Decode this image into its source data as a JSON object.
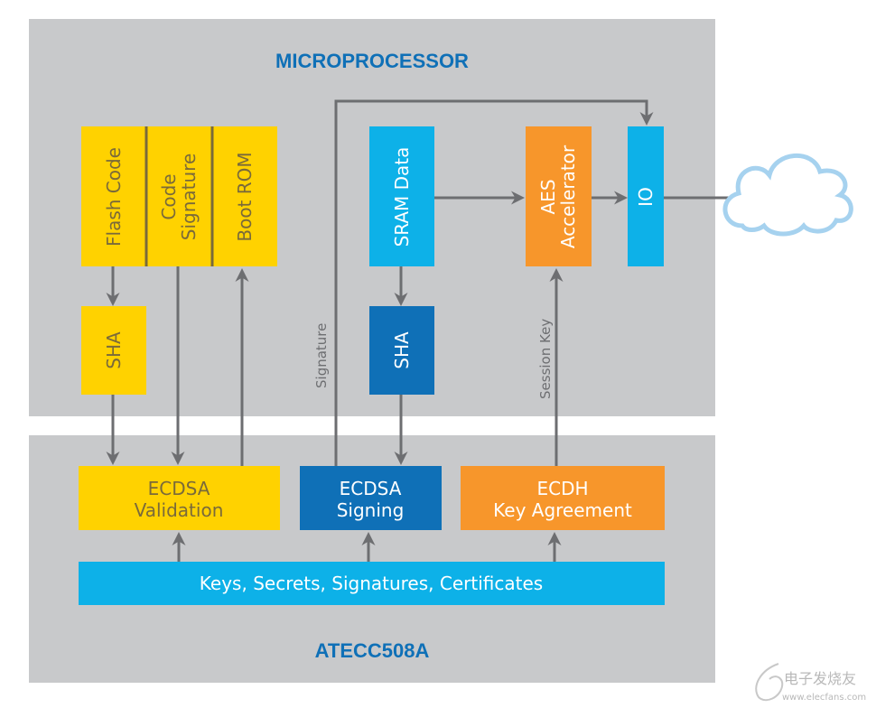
{
  "diagram": {
    "regions": {
      "microprocessor": {
        "title": "MICROPROCESSOR",
        "color": "#c8c9cb"
      },
      "atecc": {
        "title": "ATECC508A",
        "color": "#c8c9cb"
      }
    },
    "colors": {
      "yellow": "#ffd200",
      "orange": "#f7962b",
      "light_blue": "#0db1e8",
      "dark_blue": "#0f70b7",
      "arrow": "#6d6e71",
      "title_blue": "#0f70b7",
      "cloud": "#a6d2ef"
    },
    "nodes": {
      "flash_code": {
        "label": "Flash Code"
      },
      "code_signature": {
        "label_line1": "Code",
        "label_line2": "Signature"
      },
      "boot_rom": {
        "label": "Boot ROM"
      },
      "sha_yellow": {
        "label": "SHA"
      },
      "sram_data": {
        "label": "SRAM Data"
      },
      "sha_blue": {
        "label": "SHA"
      },
      "aes_accelerator": {
        "label_line1": "AES",
        "label_line2": "Accelerator"
      },
      "io": {
        "label": "IO"
      },
      "ecdsa_validation": {
        "label_line1": "ECDSA",
        "label_line2": "Validation"
      },
      "ecdsa_signing": {
        "label_line1": "ECDSA",
        "label_line2": "Signing"
      },
      "ecdh": {
        "label_line1": "ECDH",
        "label_line2": "Key Agreement"
      },
      "keys_store": {
        "label": "Keys, Secrets, Signatures, Certificates"
      },
      "cloud": {
        "label": ""
      }
    },
    "edges": [
      {
        "from": "flash_code",
        "to": "sha_yellow",
        "label": ""
      },
      {
        "from": "sha_yellow",
        "to": "ecdsa_validation",
        "label": ""
      },
      {
        "from": "code_signature",
        "to": "ecdsa_validation",
        "label": ""
      },
      {
        "from": "ecdsa_validation",
        "to": "boot_rom",
        "label": ""
      },
      {
        "from": "sram_data",
        "to": "sha_blue",
        "label": ""
      },
      {
        "from": "sha_blue",
        "to": "ecdsa_signing",
        "label": ""
      },
      {
        "from": "ecdsa_signing",
        "to": "io",
        "label": "Signature"
      },
      {
        "from": "sram_data",
        "to": "aes_accelerator",
        "label": ""
      },
      {
        "from": "aes_accelerator",
        "to": "io",
        "label": ""
      },
      {
        "from": "io",
        "to": "cloud",
        "label": ""
      },
      {
        "from": "ecdh",
        "to": "aes_accelerator",
        "label": "Session Key"
      },
      {
        "from": "keys_store",
        "to": "ecdsa_validation",
        "label": ""
      },
      {
        "from": "keys_store",
        "to": "ecdsa_signing",
        "label": ""
      },
      {
        "from": "keys_store",
        "to": "ecdh",
        "label": ""
      }
    ]
  },
  "watermark": {
    "text_cn": "电子发烧友",
    "text_url": "www.elecfans.com"
  }
}
